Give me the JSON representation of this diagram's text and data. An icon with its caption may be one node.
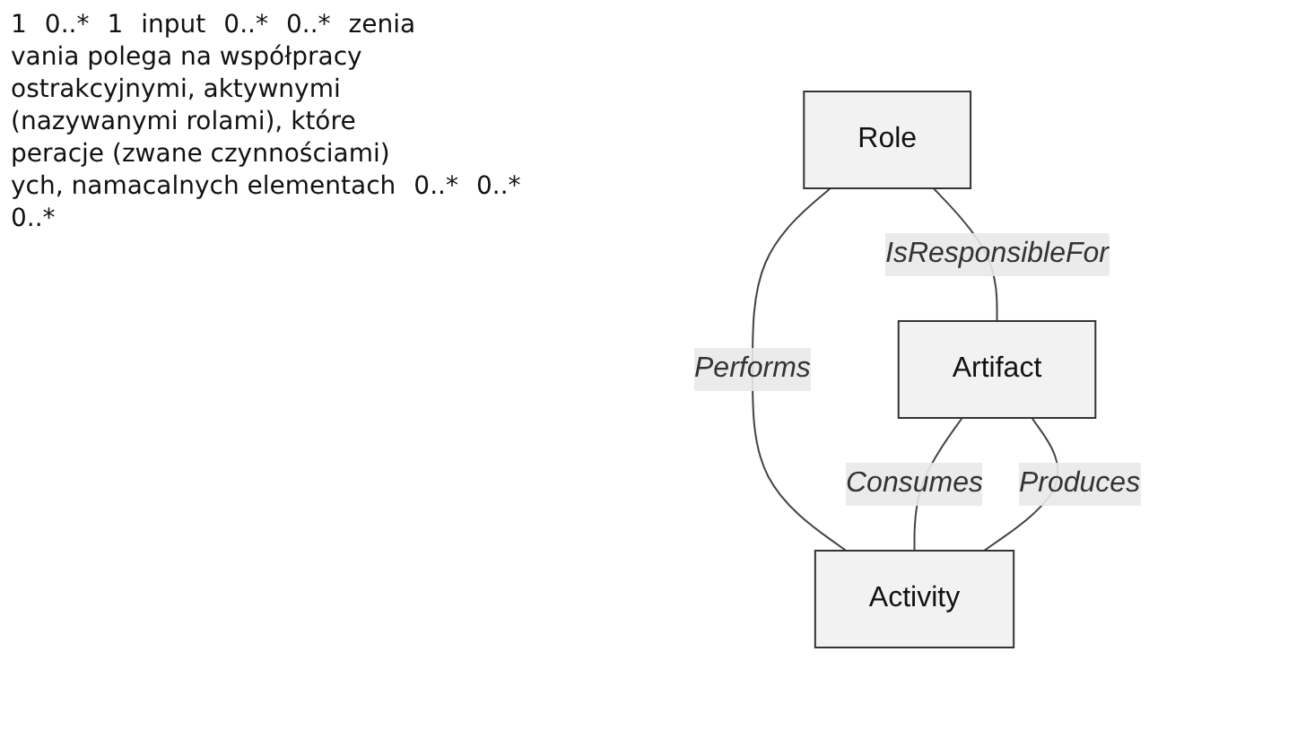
{
  "diagram": {
    "nodes": [
      {
        "text": [
          "Role"
        ]
      },
      {
        "text": [
          "Artifact"
        ]
      },
      {
        "text": [
          "Activity"
        ]
      }
    ],
    "edges": [
      {
        "from": 0,
        "to": 1,
        "arrow": "none",
        "label": "IsResponsibleFor"
      },
      {
        "from": 0,
        "to": 2,
        "arrow": "none",
        "label": "Performs"
      },
      {
        "from": 1,
        "to": 2,
        "arrow": "none",
        "label": "Consumes"
      },
      {
        "from": 2,
        "to": 1,
        "arrow": "none",
        "label": "Produces"
      }
    ],
    "labels": [
      "1",
      "0..*",
      "1",
      "input",
      "0..*",
      "0..*",
      "zenia",
      "vania polega na współpracy",
      "ostrakcyjnymi, aktywnymi",
      "(nazywanymi rolami), które",
      "peracje (zwane czynnościami)",
      "ych, namacalnych elementach",
      "0..*",
      "0..*",
      "0..*"
    ]
  }
}
